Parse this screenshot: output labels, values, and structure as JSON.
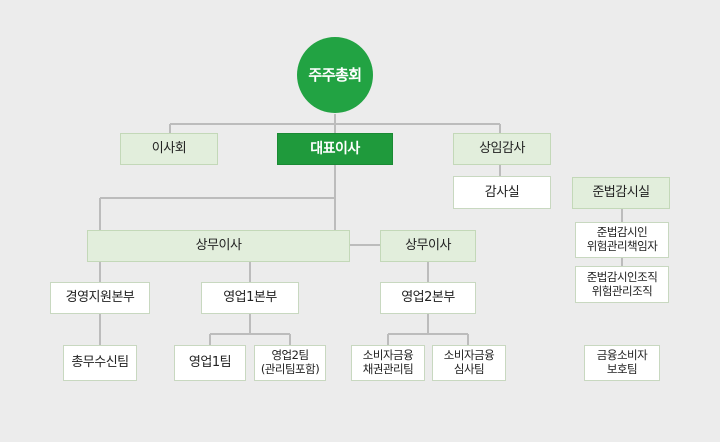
{
  "nodes": {
    "shareholders": "주주총회",
    "board": "이사회",
    "ceo": "대표이사",
    "auditor": "상임감사",
    "audit_office": "감사실",
    "compliance_office": "준법감시실",
    "compliance_officer": [
      "준법감시인",
      "위험관리책임자"
    ],
    "compliance_org": [
      "준법감시인조직",
      "위험관리조직"
    ],
    "consumer_team": [
      "금융소비자",
      "보호팀"
    ],
    "exec_director_1": "상무이사",
    "exec_director_2": "상무이사",
    "mgmt_support": "경영지원본부",
    "sales_hq_1": "영업1본부",
    "sales_hq_2": "영업2본부",
    "general_affairs": "총무수신팀",
    "sales_team_1": "영업1팀",
    "sales_team_2": [
      "영업2팀",
      "(관리팀포함)"
    ],
    "consumer_bond": [
      "소비자금융",
      "채권관리팀"
    ],
    "consumer_review": [
      "소비자금융",
      "심사팀"
    ]
  },
  "colors": {
    "background": "#ececec",
    "primary": "#1f9a3c",
    "light_green": "#e2eedc",
    "connector": "#bcbcbc"
  }
}
